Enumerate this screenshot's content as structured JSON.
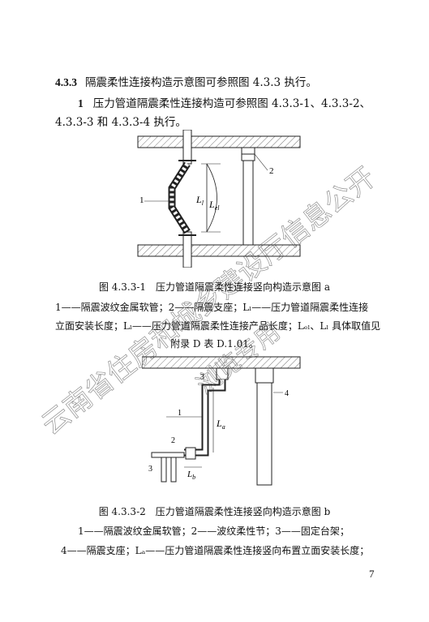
{
  "clause": {
    "number": "4.3.3",
    "text": "隔震柔性连接构造示意图可参照图 4.3.3 执行。"
  },
  "item1": {
    "number": "1",
    "line1": "压力管道隔震柔性连接构造可参照图 4.3.3-1、4.3.3-2、",
    "line2": "4.3.3-3 和 4.3.3-4 执行。"
  },
  "figure_a": {
    "caption": "图 4.3.3-1　压力管道隔震柔性连接竖向构造示意图 a",
    "note_line1": "1——隔震波纹金属软管；2——隔震支座；Lₗ——压力管道隔震柔性连接",
    "note_line2": "立面安装长度；Lₗ——压力管道隔震柔性连接产品长度；Lₑₗ、Lₗ 具体取值见",
    "note_line3": "附录 D 表 D.1.01。",
    "labels": {
      "n1": "1",
      "n2": "2",
      "l1": "L",
      "l1_sub": "l",
      "l2": "L",
      "l2_sub": "el"
    }
  },
  "figure_b": {
    "caption": "图 4.3.3-2　压力管道隔震柔性连接竖向构造示意图 b",
    "note_line1": "1——隔震波纹金属软管；2——波纹柔性节；3——固定台架；",
    "note_line2": "4——隔震支座；Lₐ——压力管道隔震柔性连接竖向布置立面安装长度；",
    "labels": {
      "n1": "1",
      "n2": "2",
      "n3a": "3",
      "n3b": "3",
      "n4": "4",
      "la": "L",
      "la_sub": "a",
      "lb": "L",
      "lb_sub": "b"
    }
  },
  "watermark": {
    "line1": "云南省住房和城乡建设厅信息公开",
    "line2": "浏览专用"
  },
  "page_number": "7"
}
